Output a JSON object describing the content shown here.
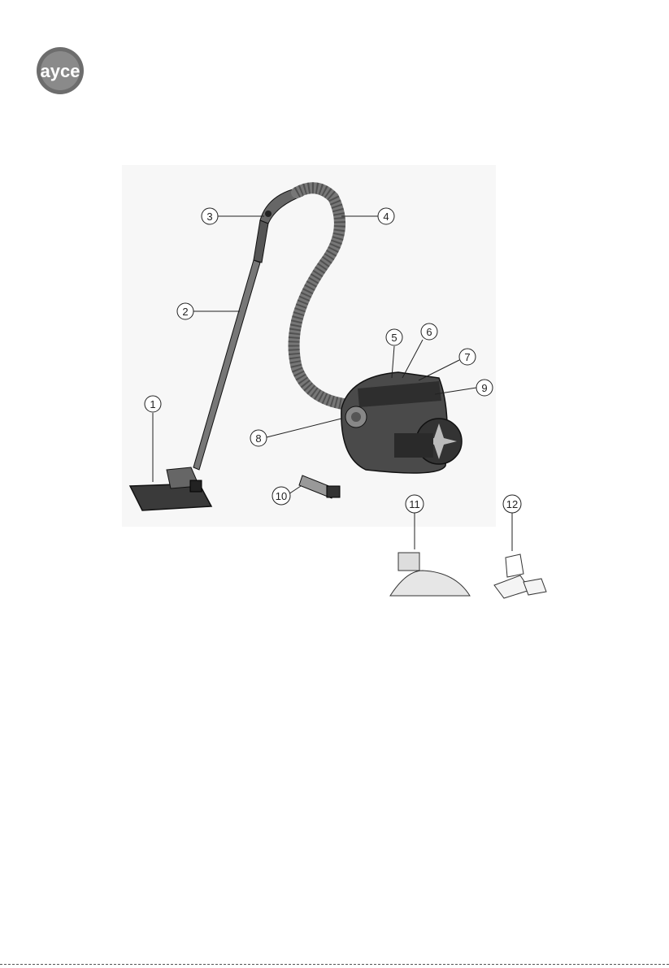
{
  "logo": {
    "text": "ayce"
  },
  "callouts": [
    {
      "id": "1",
      "label": "1"
    },
    {
      "id": "2",
      "label": "2"
    },
    {
      "id": "3",
      "label": "3"
    },
    {
      "id": "4",
      "label": "4"
    },
    {
      "id": "5",
      "label": "5"
    },
    {
      "id": "6",
      "label": "6"
    },
    {
      "id": "7",
      "label": "7"
    },
    {
      "id": "8",
      "label": "8"
    },
    {
      "id": "9",
      "label": "9"
    },
    {
      "id": "10",
      "label": "10"
    },
    {
      "id": "11",
      "label": "11"
    },
    {
      "id": "12",
      "label": "12"
    }
  ]
}
